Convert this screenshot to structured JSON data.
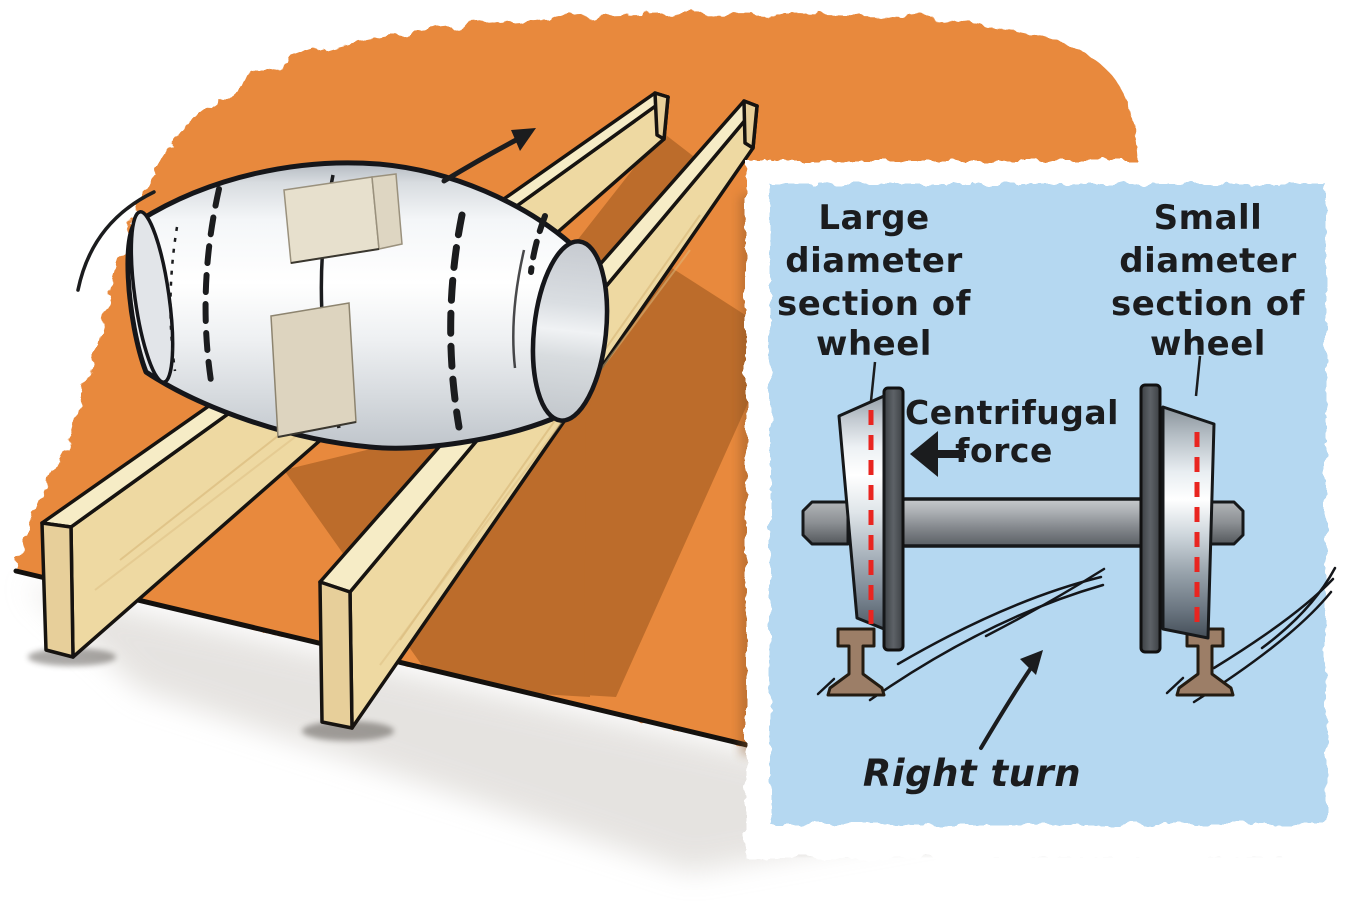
{
  "inset": {
    "labels": {
      "large": {
        "lines": [
          "Large",
          "diameter",
          "section of",
          "wheel"
        ]
      },
      "small": {
        "lines": [
          "Small",
          "diameter",
          "section of",
          "wheel"
        ]
      },
      "centrifugal": {
        "lines": [
          "Centrifugal",
          "force"
        ]
      },
      "right_turn": "Right turn"
    }
  },
  "icons": {
    "direction_arrow": "arrow-up-right",
    "centrifugal_force_arrow": "solid-arrow-left",
    "right_turn_arrow": "curved-arrow-up-right",
    "motion_lines": "speed-swoosh"
  },
  "colors": {
    "orange": "#e8893c",
    "orange_shadow": "#bc6c2b",
    "panel_blue": "#b5d8f1",
    "torn_paper_white": "#ffffff",
    "wood_top": "#f6ecc6",
    "wood_side": "#eed9a2",
    "wood_end": "#e7cf9a",
    "rail_brown": "#9c7e67",
    "red_dash": "#e92520",
    "ink": "#1b1c1e"
  }
}
